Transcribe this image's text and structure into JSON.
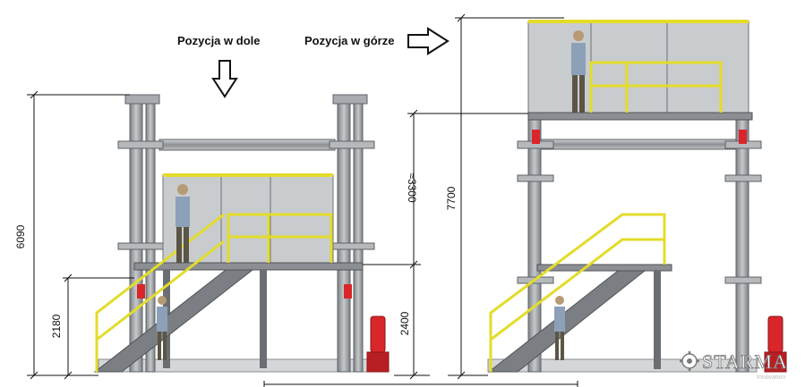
{
  "labels": {
    "position_down": "Pozycja w dole",
    "position_up": "Pozycja w górze"
  },
  "dimensions": {
    "total_down": "6090",
    "platform_down": "2180",
    "travel": "≈3300",
    "total_up": "7700",
    "platform_up": "2400"
  },
  "logo": {
    "name": "STARMA",
    "tagline": "Innovation"
  },
  "colors": {
    "steel": "#9ea2a6",
    "steel_dark": "#5f6367",
    "railing": "#e3dc2a",
    "pump": "#d9262b",
    "panel": "#c9ccce"
  }
}
